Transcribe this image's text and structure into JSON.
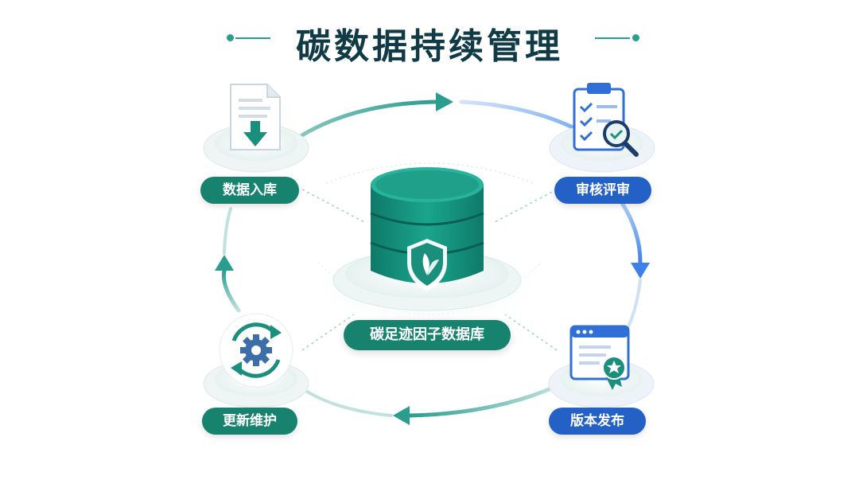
{
  "title": "碳数据持续管理",
  "center": {
    "label": "碳足迹因子数据库",
    "icon": "database-shield-leaf-icon"
  },
  "nodes": [
    {
      "label": "数据入库",
      "icon": "document-download-icon"
    },
    {
      "label": "审核评审",
      "icon": "clipboard-checklist-magnifier-icon"
    },
    {
      "label": "版本发布",
      "icon": "browser-window-badge-icon"
    },
    {
      "label": "更新维护",
      "icon": "gear-refresh-icon"
    }
  ],
  "colors": {
    "primary": "#17836f",
    "secondary": "#2461c7",
    "title": "#0f3a46"
  }
}
